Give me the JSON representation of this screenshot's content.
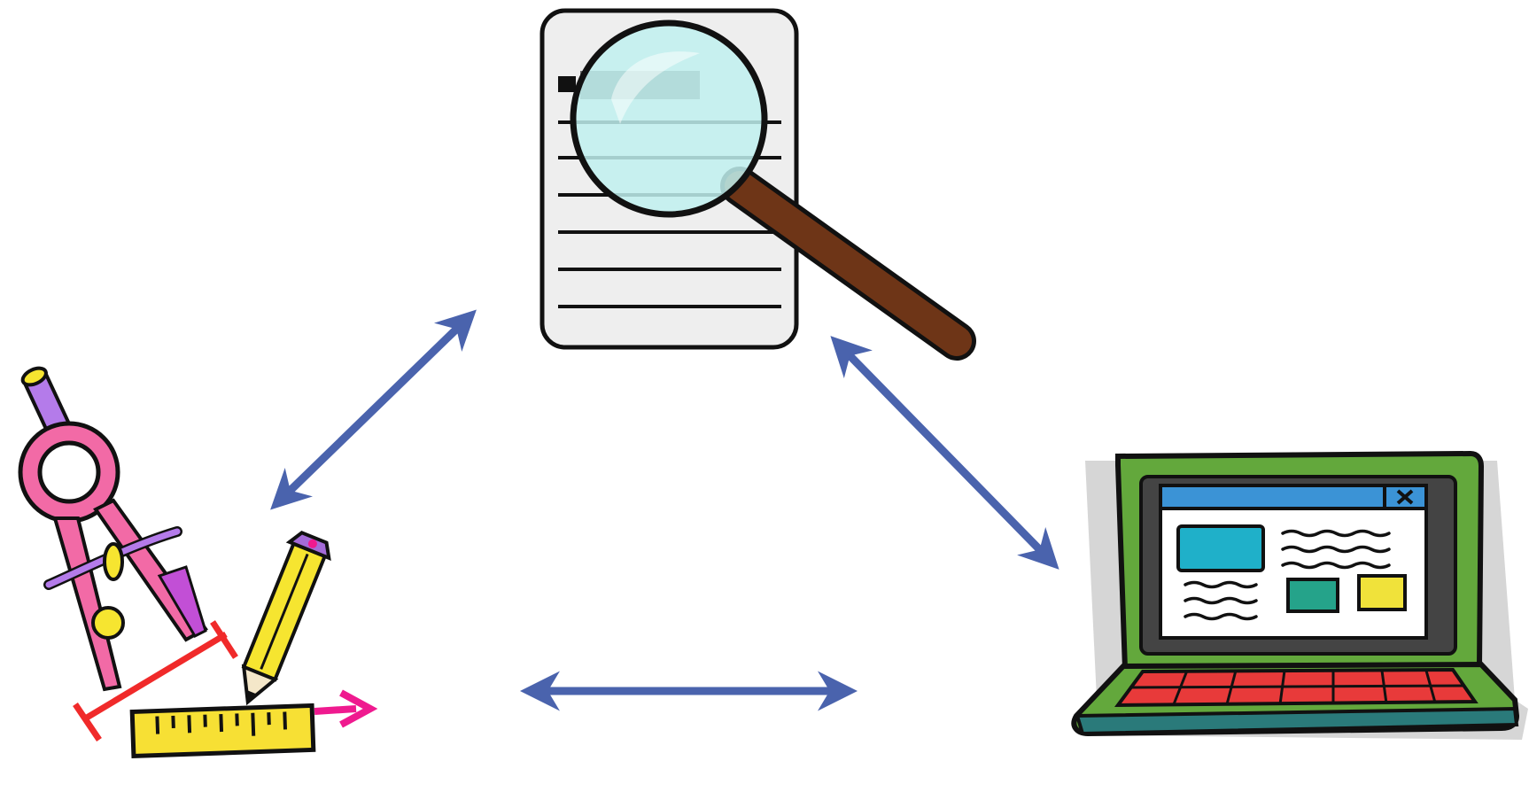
{
  "diagram": {
    "nodes": [
      {
        "id": "research",
        "icon": "document-magnifier-icon"
      },
      {
        "id": "design",
        "icon": "drafting-tools-icon"
      },
      {
        "id": "develop",
        "icon": "laptop-icon"
      }
    ],
    "edges": [
      {
        "from": "research",
        "to": "design",
        "directed": "both"
      },
      {
        "from": "research",
        "to": "develop",
        "directed": "both"
      },
      {
        "from": "design",
        "to": "develop",
        "directed": "both"
      }
    ]
  },
  "colors": {
    "arrow": "#4a63ad",
    "outline": "#111111",
    "paper": "#eeeeee",
    "lens": "#bff0ef",
    "handle": "#6e3517",
    "compass_pink": "#f26aa6",
    "compass_purple": "#b47bea",
    "pencil_yellow": "#f6e530",
    "ruler_yellow": "#f7e034",
    "measure_red": "#f02a2a",
    "arrow_magenta": "#ef1a8f",
    "laptop_green": "#63a83c",
    "screen_blue": "#3b93d6",
    "tile_cyan": "#1fb0c9",
    "tile_teal": "#25a38a",
    "tile_yellow": "#f0e23a",
    "keys_red": "#e83a3a"
  }
}
